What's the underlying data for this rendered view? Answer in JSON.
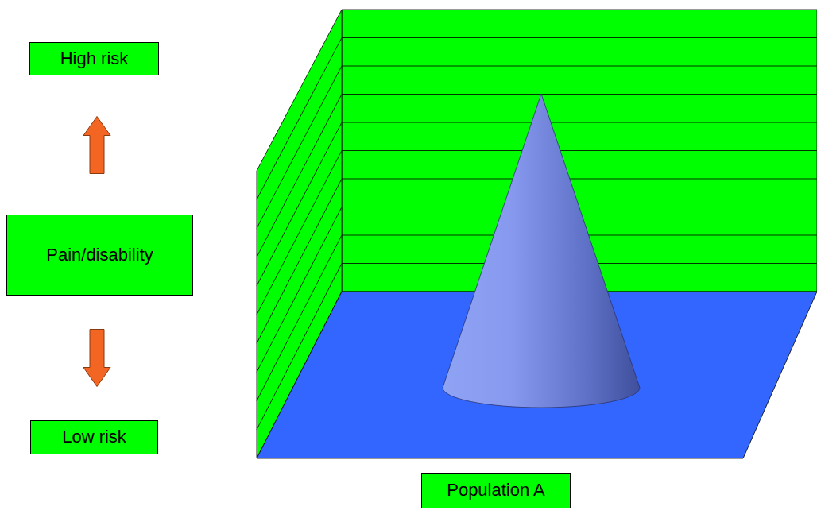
{
  "diagram": {
    "nodes": [
      {
        "text": [
          "High risk"
        ]
      },
      {
        "text": [
          "Pain/disability"
        ]
      },
      {
        "text": [
          "Low risk"
        ]
      },
      {
        "text": [
          "Population A"
        ]
      }
    ],
    "edges": [
      {
        "from": 1,
        "to": 0,
        "arrow": "to"
      },
      {
        "from": 1,
        "to": 2,
        "arrow": "to"
      }
    ]
  }
}
